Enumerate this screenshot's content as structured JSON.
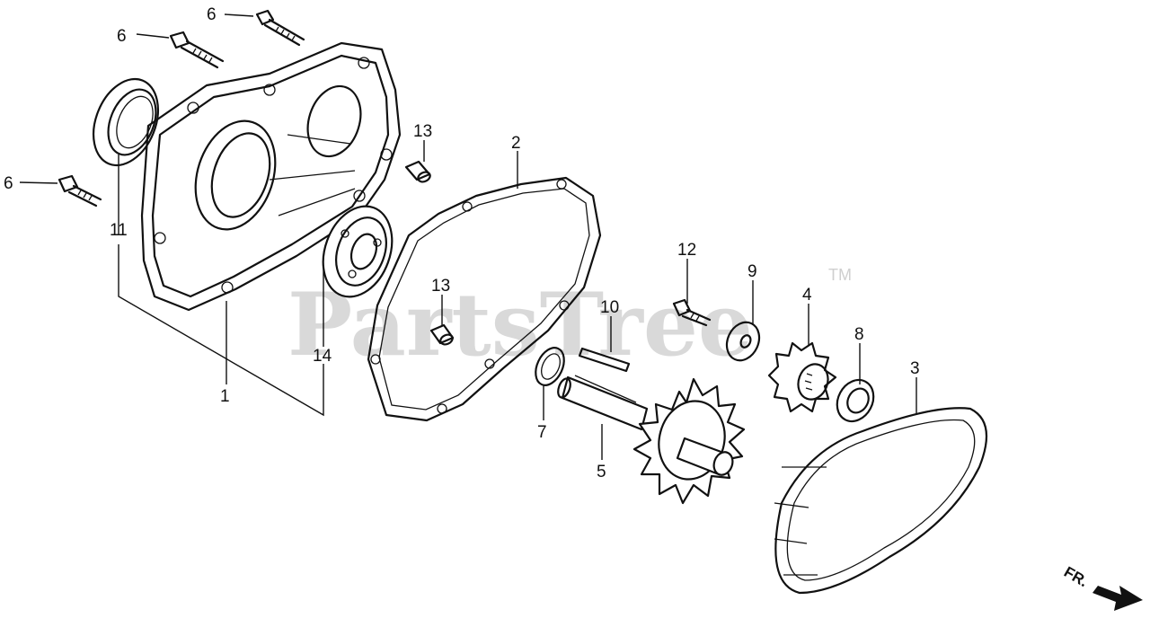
{
  "watermark": {
    "text": "PartsTree",
    "tm": "TM"
  },
  "direction_label": "FR.",
  "callouts": [
    {
      "id": "c-6a",
      "label": "6"
    },
    {
      "id": "c-6b",
      "label": "6"
    },
    {
      "id": "c-6c",
      "label": "6"
    },
    {
      "id": "c-11",
      "label": "11"
    },
    {
      "id": "c-13a",
      "label": "13"
    },
    {
      "id": "c-13b",
      "label": "13"
    },
    {
      "id": "c-2",
      "label": "2"
    },
    {
      "id": "c-1",
      "label": "1"
    },
    {
      "id": "c-14",
      "label": "14"
    },
    {
      "id": "c-12",
      "label": "12"
    },
    {
      "id": "c-9",
      "label": "9"
    },
    {
      "id": "c-4",
      "label": "4"
    },
    {
      "id": "c-10",
      "label": "10"
    },
    {
      "id": "c-8",
      "label": "8"
    },
    {
      "id": "c-3",
      "label": "3"
    },
    {
      "id": "c-7",
      "label": "7"
    },
    {
      "id": "c-5",
      "label": "5"
    }
  ]
}
